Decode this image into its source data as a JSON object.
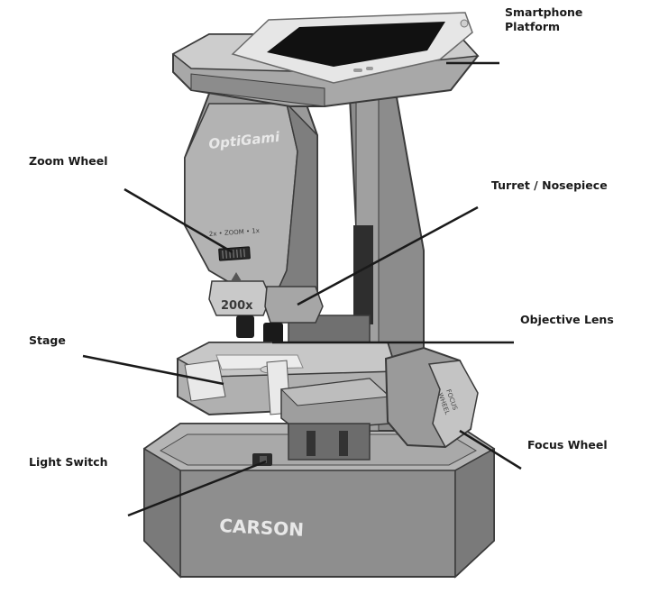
{
  "labels": {
    "smartphone_platform_line1": "Smartphone",
    "smartphone_platform_line2": "Platform",
    "zoom_wheel": "Zoom Wheel",
    "turret_nosepiece": "Turret / Nosepiece",
    "objective_lens": "Objective Lens",
    "stage": "Stage",
    "focus_wheel": "Focus Wheel",
    "light_switch": "Light Switch"
  },
  "device_markings": {
    "logo": "OptiGami",
    "zoom_scale": "2x • ZOOM • 1x",
    "magnification": "200x",
    "focus_wheel_text_line1": "FOCUS",
    "focus_wheel_text_line2": "WHEEL",
    "base_brand": "CARSON"
  },
  "colors": {
    "body_gray": "#9a9a9a",
    "light_gray": "#c4c4c4",
    "dark_gray": "#6a6a6a",
    "outline": "#3a3a3a",
    "leader_line": "#1a1a1a",
    "phone_screen": "#111111",
    "phone_frame": "#e6e6e6"
  }
}
